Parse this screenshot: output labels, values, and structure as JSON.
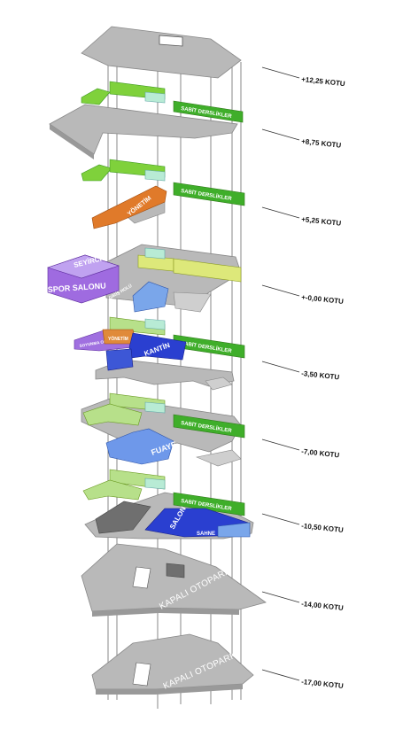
{
  "levels": [
    {
      "label": "+12,25 KOTU"
    },
    {
      "label": "+8,75 KOTU"
    },
    {
      "label": "+5,25 KOTU"
    },
    {
      "label": "+-0,00 KOTU"
    },
    {
      "label": "-3,50 KOTU"
    },
    {
      "label": "-7,00 KOTU"
    },
    {
      "label": "-10,50 KOTU"
    },
    {
      "label": "-14,00 KOTU"
    },
    {
      "label": "-17,00 KOTU"
    }
  ],
  "spaces": {
    "sabit_derslikler_1": "SABİT DERSLİKLER",
    "sabit_derslikler_2": "SABİT DERSLİKLER",
    "sabit_derslikler_3": "SABİT DERSLİKLER",
    "sabit_derslikler_4": "SABİT DERSLİKLER",
    "sabit_derslikler_5": "SABİT DERSLİKLER",
    "yonetim_1": "YÖNETİM",
    "yonetim_2": "YÖNETİM",
    "seyirci": "SEYİRCİ",
    "spor_salonu": "SPOR SALONU",
    "giris_holu": "GİRİŞ HOLÜ",
    "kantin": "KANTİN",
    "soyunma_odalari": "SOYUNMA ODALARI",
    "fuaye": "FUAYE",
    "sahne": "SAHNE",
    "salon": "SALON",
    "kapali_otopark_1": "KAPALI OTOPARK",
    "kapali_otopark_2": "KAPALI OTOPARK"
  },
  "colors": {
    "slab": "#b9b9b9",
    "slab_edge": "#8f8f8f",
    "green": "#7fd13b",
    "green_dark": "#3f9a22",
    "light_green": "#b7e08a",
    "mint": "#b8ebd5",
    "yellow": "#dde87a",
    "orange": "#e07a2a",
    "purple": "#9f6be0",
    "blue": "#4d6be8",
    "light_blue": "#7aa6ea",
    "dark_gray": "#6f6f6f"
  }
}
